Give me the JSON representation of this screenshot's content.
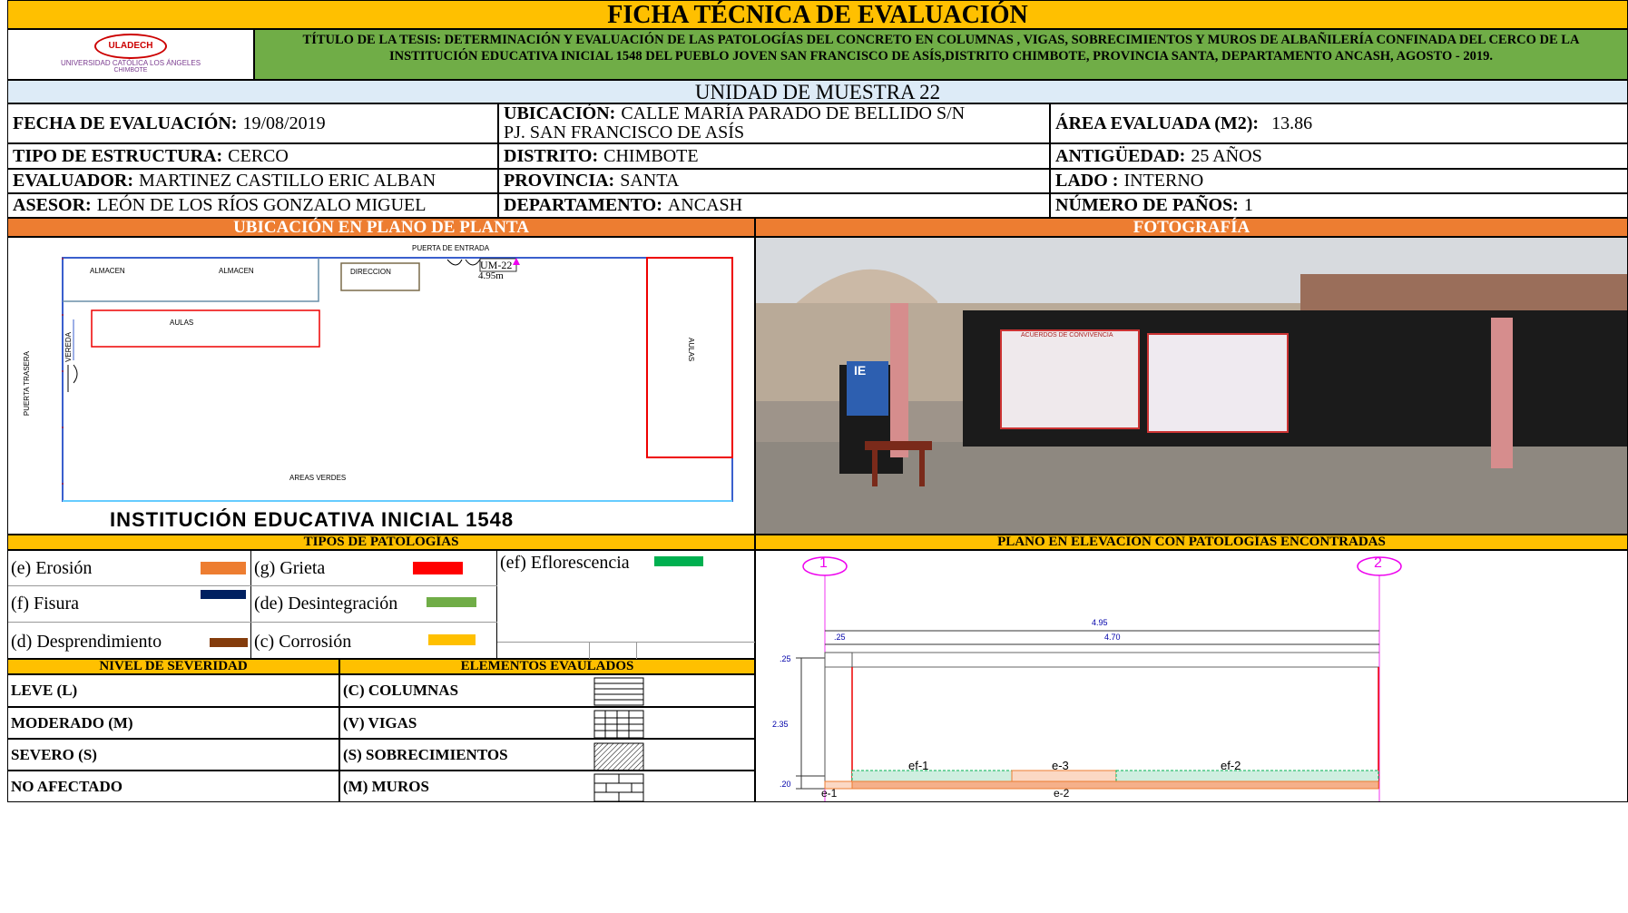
{
  "header": {
    "title": "FICHA TÉCNICA DE EVALUACIÓN",
    "thesis": "TÍTULO DE LA TESIS: DETERMINACIÓN Y EVALUACIÓN DE LAS PATOLOGÍAS DEL CONCRETO EN COLUMNAS , VIGAS, SOBRECIMIENTOS Y MUROS DE ALBAÑILERÍA CONFINADA DEL CERCO DE LA INSTITUCIÓN EDUCATIVA INICIAL 1548 DEL PUEBLO JOVEN SAN FRANCISCO DE ASÍS,DISTRITO  CHIMBOTE, PROVINCIA  SANTA, DEPARTAMENTO ANCASH, AGOSTO - 2019.",
    "logo_text": "ULADECH",
    "logo_caption": "UNIVERSIDAD CATÓLICA LOS ÁNGELES",
    "logo_city": "CHIMBOTE"
  },
  "unit": "UNIDAD DE MUESTRA 22",
  "info": {
    "fecha_label": "FECHA DE EVALUACIÓN:",
    "fecha": "19/08/2019",
    "ubicacion_label": "UBICACIÓN:",
    "ubicacion1": "CALLE MARÍA PARADO DE BELLIDO S/N",
    "ubicacion2": "PJ. SAN FRANCISCO DE ASÍS",
    "area_label": "ÁREA EVALUADA (M2):",
    "area": "13.86",
    "tipo_label": "TIPO DE ESTRUCTURA:",
    "tipo": "CERCO",
    "distrito_label": "DISTRITO:",
    "distrito": "CHIMBOTE",
    "antig_label": "ANTIGÜEDAD:",
    "antig": "25 AÑOS",
    "evaluador_label": "EVALUADOR:",
    "evaluador": "MARTINEZ CASTILLO ERIC ALBAN",
    "provincia_label": "PROVINCIA:",
    "provincia": "SANTA",
    "lado_label": "LADO :",
    "lado": "INTERNO",
    "asesor_label": "ASESOR:",
    "asesor": "LEÓN DE LOS RÍOS GONZALO MIGUEL",
    "depto_label": "DEPARTAMENTO:",
    "depto": "ANCASH",
    "panos_label": "NÚMERO DE PAÑOS:",
    "panos": "1"
  },
  "sections": {
    "plano": "UBICACIÓN EN PLANO DE PLANTA",
    "foto": "FOTOGRAFÍA",
    "tipos": "TIPOS DE PATOLOGÍAS",
    "elevacion": "PLANO EN ELEVACIÓN CON PATOLOGÍAS ENCONTRADAS",
    "severidad": "NIVEL DE SEVERIDAD",
    "elementos": "ELEMENTOS EVAULADOS"
  },
  "plan": {
    "puerta_entrada": "PUERTA DE ENTRADA",
    "um": "UM-22",
    "um_len": "4.95m",
    "almacen1": "ALMACEN",
    "almacen2": "ALMACEN",
    "direccion": "DIRECCION",
    "aulas1": "AULAS",
    "aulas2": "AULAS",
    "vereda": "VEREDA",
    "puerta_trasera": "PUERTA TRASERA",
    "areas_verdes": "AREAS VERDES",
    "institucion": "INSTITUCIÓN EDUCATIVA INICIAL 1548"
  },
  "photo": {
    "banner1": "ACUERDOS DE CONVIVENCIA",
    "sign": "IE"
  },
  "patologias": [
    {
      "label": "(e) Erosión",
      "color": "#ED7D31"
    },
    {
      "label": "(g) Grieta",
      "color": "#FF0000"
    },
    {
      "label": "(ef) Eflorescencia",
      "color": "#00B050"
    },
    {
      "label": "(f) Fisura",
      "color": "#002060"
    },
    {
      "label": "(de) Desintegración",
      "color": "#70AD47"
    },
    {
      "label": "(d) Desprendimiento",
      "color": "#843C0C"
    },
    {
      "label": "(c) Corrosión",
      "color": "#FFC000"
    }
  ],
  "severidad": [
    "LEVE (L)",
    "MODERADO (M)",
    "SEVERO (S)",
    "NO AFECTADO"
  ],
  "elementos": [
    "(C) COLUMNAS",
    "(V) VIGAS",
    "(S) SOBRECIMIENTOS",
    "(M) MUROS"
  ],
  "elevation": {
    "axis1": "1",
    "axis2": "2",
    "dim_total": "4.95",
    "dim_inner": "4.70",
    "dim_left": ".25",
    "h_top": ".25",
    "h_mid": "2.35",
    "h_bot": ".20",
    "ef1": "ef-1",
    "e3": "e-3",
    "ef2": "ef-2",
    "e1": "e-1",
    "e2": "e-2"
  }
}
